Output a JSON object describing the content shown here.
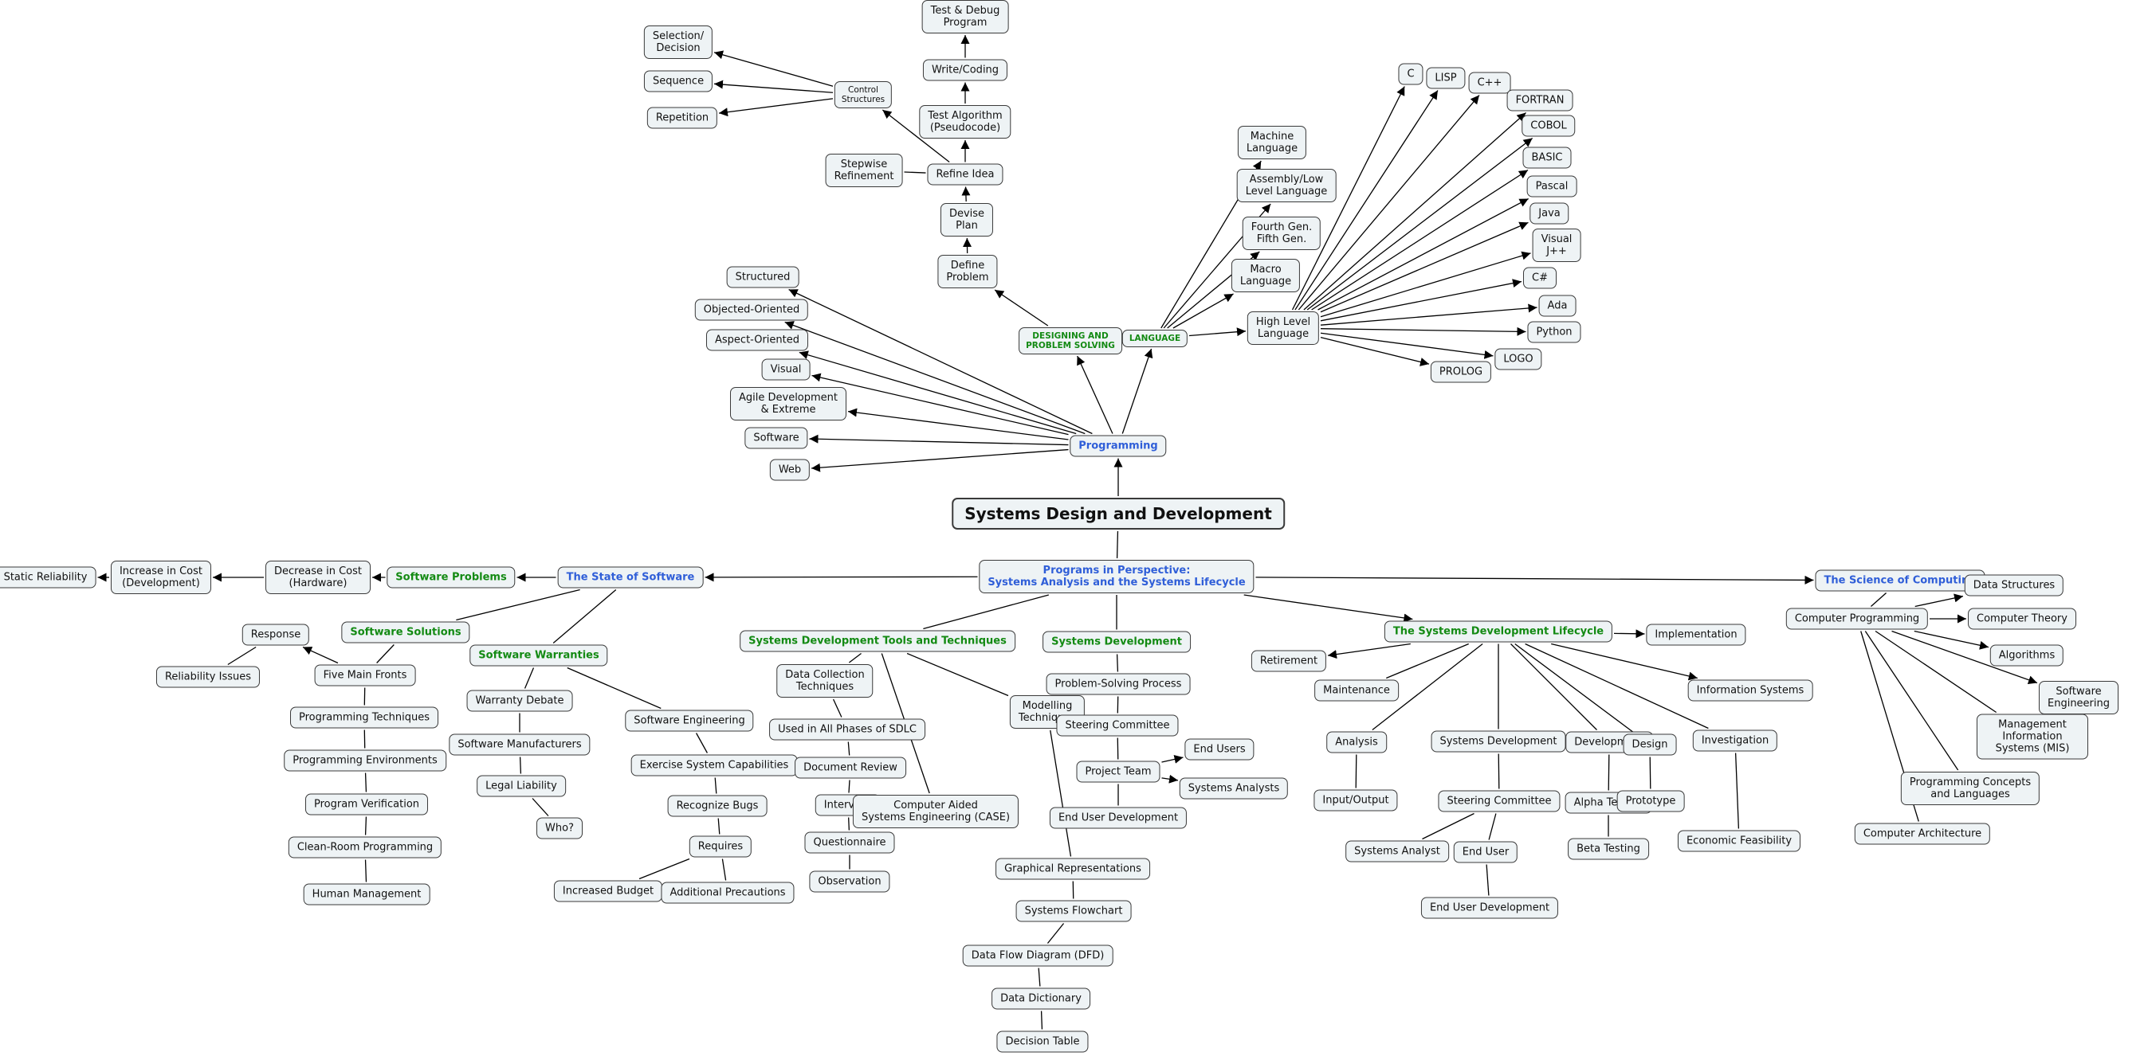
{
  "diagram": {
    "title": "Systems Design and Development",
    "nodes": {
      "root": "Systems Design and Development",
      "persp": "Programs in Perspective:\nSystems Analysis and the Systems Lifecycle",
      "prog": "Programming",
      "structured": "Structured",
      "oo": "Objected-Oriented",
      "ao": "Aspect-Oriented",
      "visual": "Visual",
      "agile": "Agile Development\n& Extreme",
      "software": "Software",
      "web": "Web",
      "dps": "DESIGNING AND\nPROBLEM SOLVING",
      "defprob": "Define\nProblem",
      "devplan": "Devise\nPlan",
      "refine": "Refine Idea",
      "stepwise": "Stepwise\nRefinement",
      "testalg": "Test Algorithm\n(Pseudocode)",
      "write": "Write/Coding",
      "testdebug": "Test & Debug\nProgram",
      "control": "Control\nStructures",
      "selection": "Selection/\nDecision",
      "sequence": "Sequence",
      "repetition": "Repetition",
      "lang": "LANGUAGE",
      "machine": "Machine\nLanguage",
      "assembly": "Assembly/Low\nLevel Language",
      "fourth": "Fourth Gen.\nFifth Gen.",
      "macro": "Macro\nLanguage",
      "hll": "High Level\nLanguage",
      "c": "C",
      "lisp": "LISP",
      "cpp": "C++",
      "fortran": "FORTRAN",
      "cobol": "COBOL",
      "basic": "BASIC",
      "pascal": "Pascal",
      "java": "Java",
      "vjpp": "Visual\nJ++",
      "csharp": "C#",
      "ada": "Ada",
      "python": "Python",
      "logo": "LOGO",
      "prolog": "PROLOG",
      "state": "The State of Software",
      "swprob": "Software Problems",
      "dechw": "Decrease in Cost\n(Hardware)",
      "incdev": "Increase in Cost\n(Development)",
      "static": "Static Reliability",
      "swsol": "Software Solutions",
      "response": "Response",
      "fivefronts": "Five Main Fronts",
      "reliab": "Reliability Issues",
      "progtech": "Programming Techniques",
      "progenv": "Programming Environments",
      "progver": "Program Verification",
      "cleanroom": "Clean-Room Programming",
      "human": "Human Management",
      "swwarr": "Software Warranties",
      "wdebate": "Warranty Debate",
      "swmanu": "Software Manufacturers",
      "legal": "Legal Liability",
      "who": "Who?",
      "sweng": "Software Engineering",
      "exercise": "Exercise System Capabilities",
      "recog": "Recognize Bugs",
      "requires": "Requires",
      "incbudget": "Increased Budget",
      "addprec": "Additional Precautions",
      "sdtt": "Systems Development Tools and Techniques",
      "datacoll": "Data Collection\nTechniques",
      "usedall": "Used in All Phases of SDLC",
      "docrev": "Document Review",
      "interview": "Interview",
      "questionnaire": "Questionnaire",
      "observation": "Observation",
      "case": "Computer Aided\nSystems Engineering (CASE)",
      "modelling": "Modelling\nTechniques",
      "graphrep": "Graphical Representations",
      "sysflow": "Systems Flowchart",
      "dfd": "Data Flow Diagram (DFD)",
      "datadict": "Data Dictionary",
      "dectable": "Decision Table",
      "sysdev": "Systems Development",
      "probsolv": "Problem-Solving Process",
      "steering": "Steering Committee",
      "projteam": "Project Team",
      "endusers": "End Users",
      "sysanalysts": "Systems Analysts",
      "enduserdev": "End User Development",
      "sdlc": "The Systems Development Lifecycle",
      "implementation": "Implementation",
      "retirement": "Retirement",
      "maintenance": "Maintenance",
      "infosys": "Information Systems",
      "analysis": "Analysis",
      "inout": "Input/Output",
      "sysdev2": "Systems Development",
      "steering2": "Steering Committee",
      "sysanalyst2": "Systems Analyst",
      "enduser2": "End User",
      "enduserdev2": "End User Development",
      "development": "Development",
      "alpha": "Alpha Testing",
      "beta": "Beta Testing",
      "design": "Design",
      "prototype": "Prototype",
      "investigation": "Investigation",
      "econ": "Economic Feasibility",
      "scicomp": "The Science of Computing",
      "compprog": "Computer Programming",
      "datastruct": "Data Structures",
      "comptheory": "Computer Theory",
      "algorithms": "Algorithms",
      "sweng2": "Software Engineering",
      "mis": "Management Information\nSystems (MIS)",
      "progconcepts": "Programming Concepts\nand Languages",
      "comparch": "Computer Architecture"
    }
  }
}
